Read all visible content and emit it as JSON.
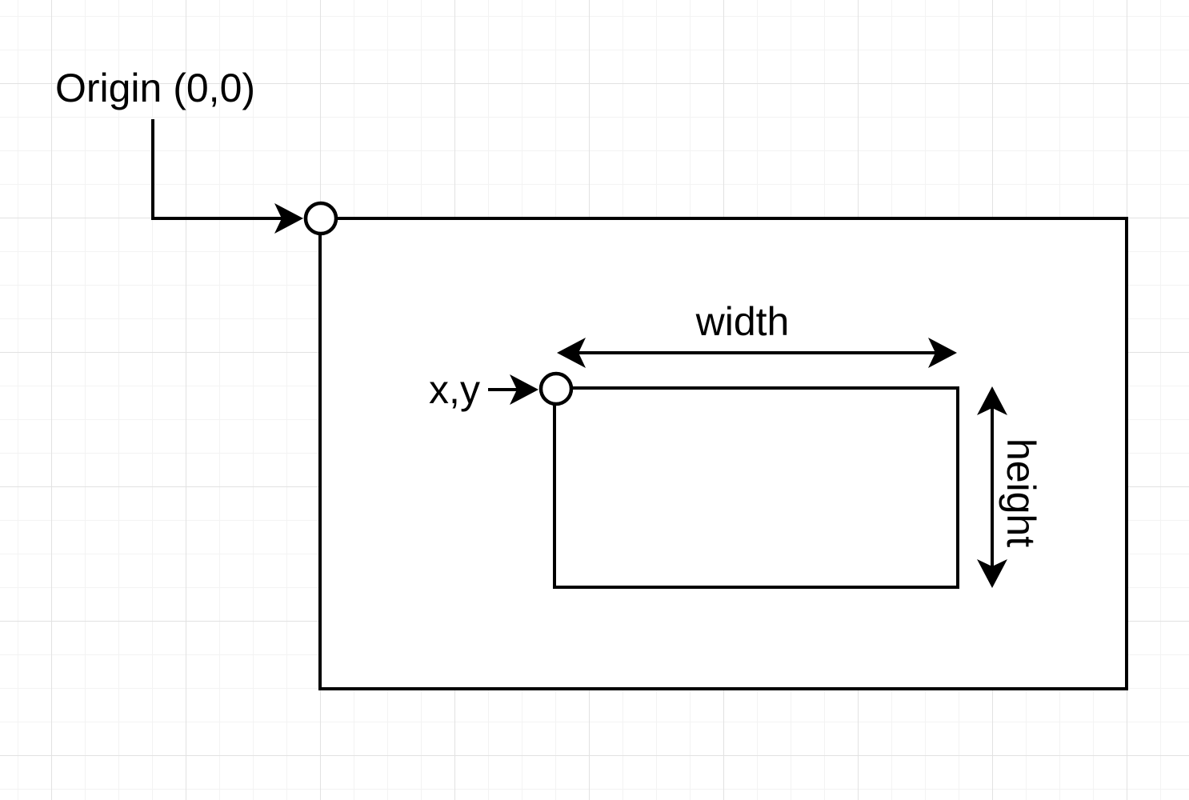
{
  "diagram": {
    "type": "coordinate-system-annotation",
    "labels": {
      "origin": "Origin (0,0)",
      "xy": "x,y",
      "width": "width",
      "height": "height"
    }
  },
  "colors": {
    "stroke": "#000000",
    "shape_fill": "#ffffff",
    "background": "#ffffff",
    "grid_minor": "#f3f3f3",
    "grid_major": "#e2e2e2"
  }
}
